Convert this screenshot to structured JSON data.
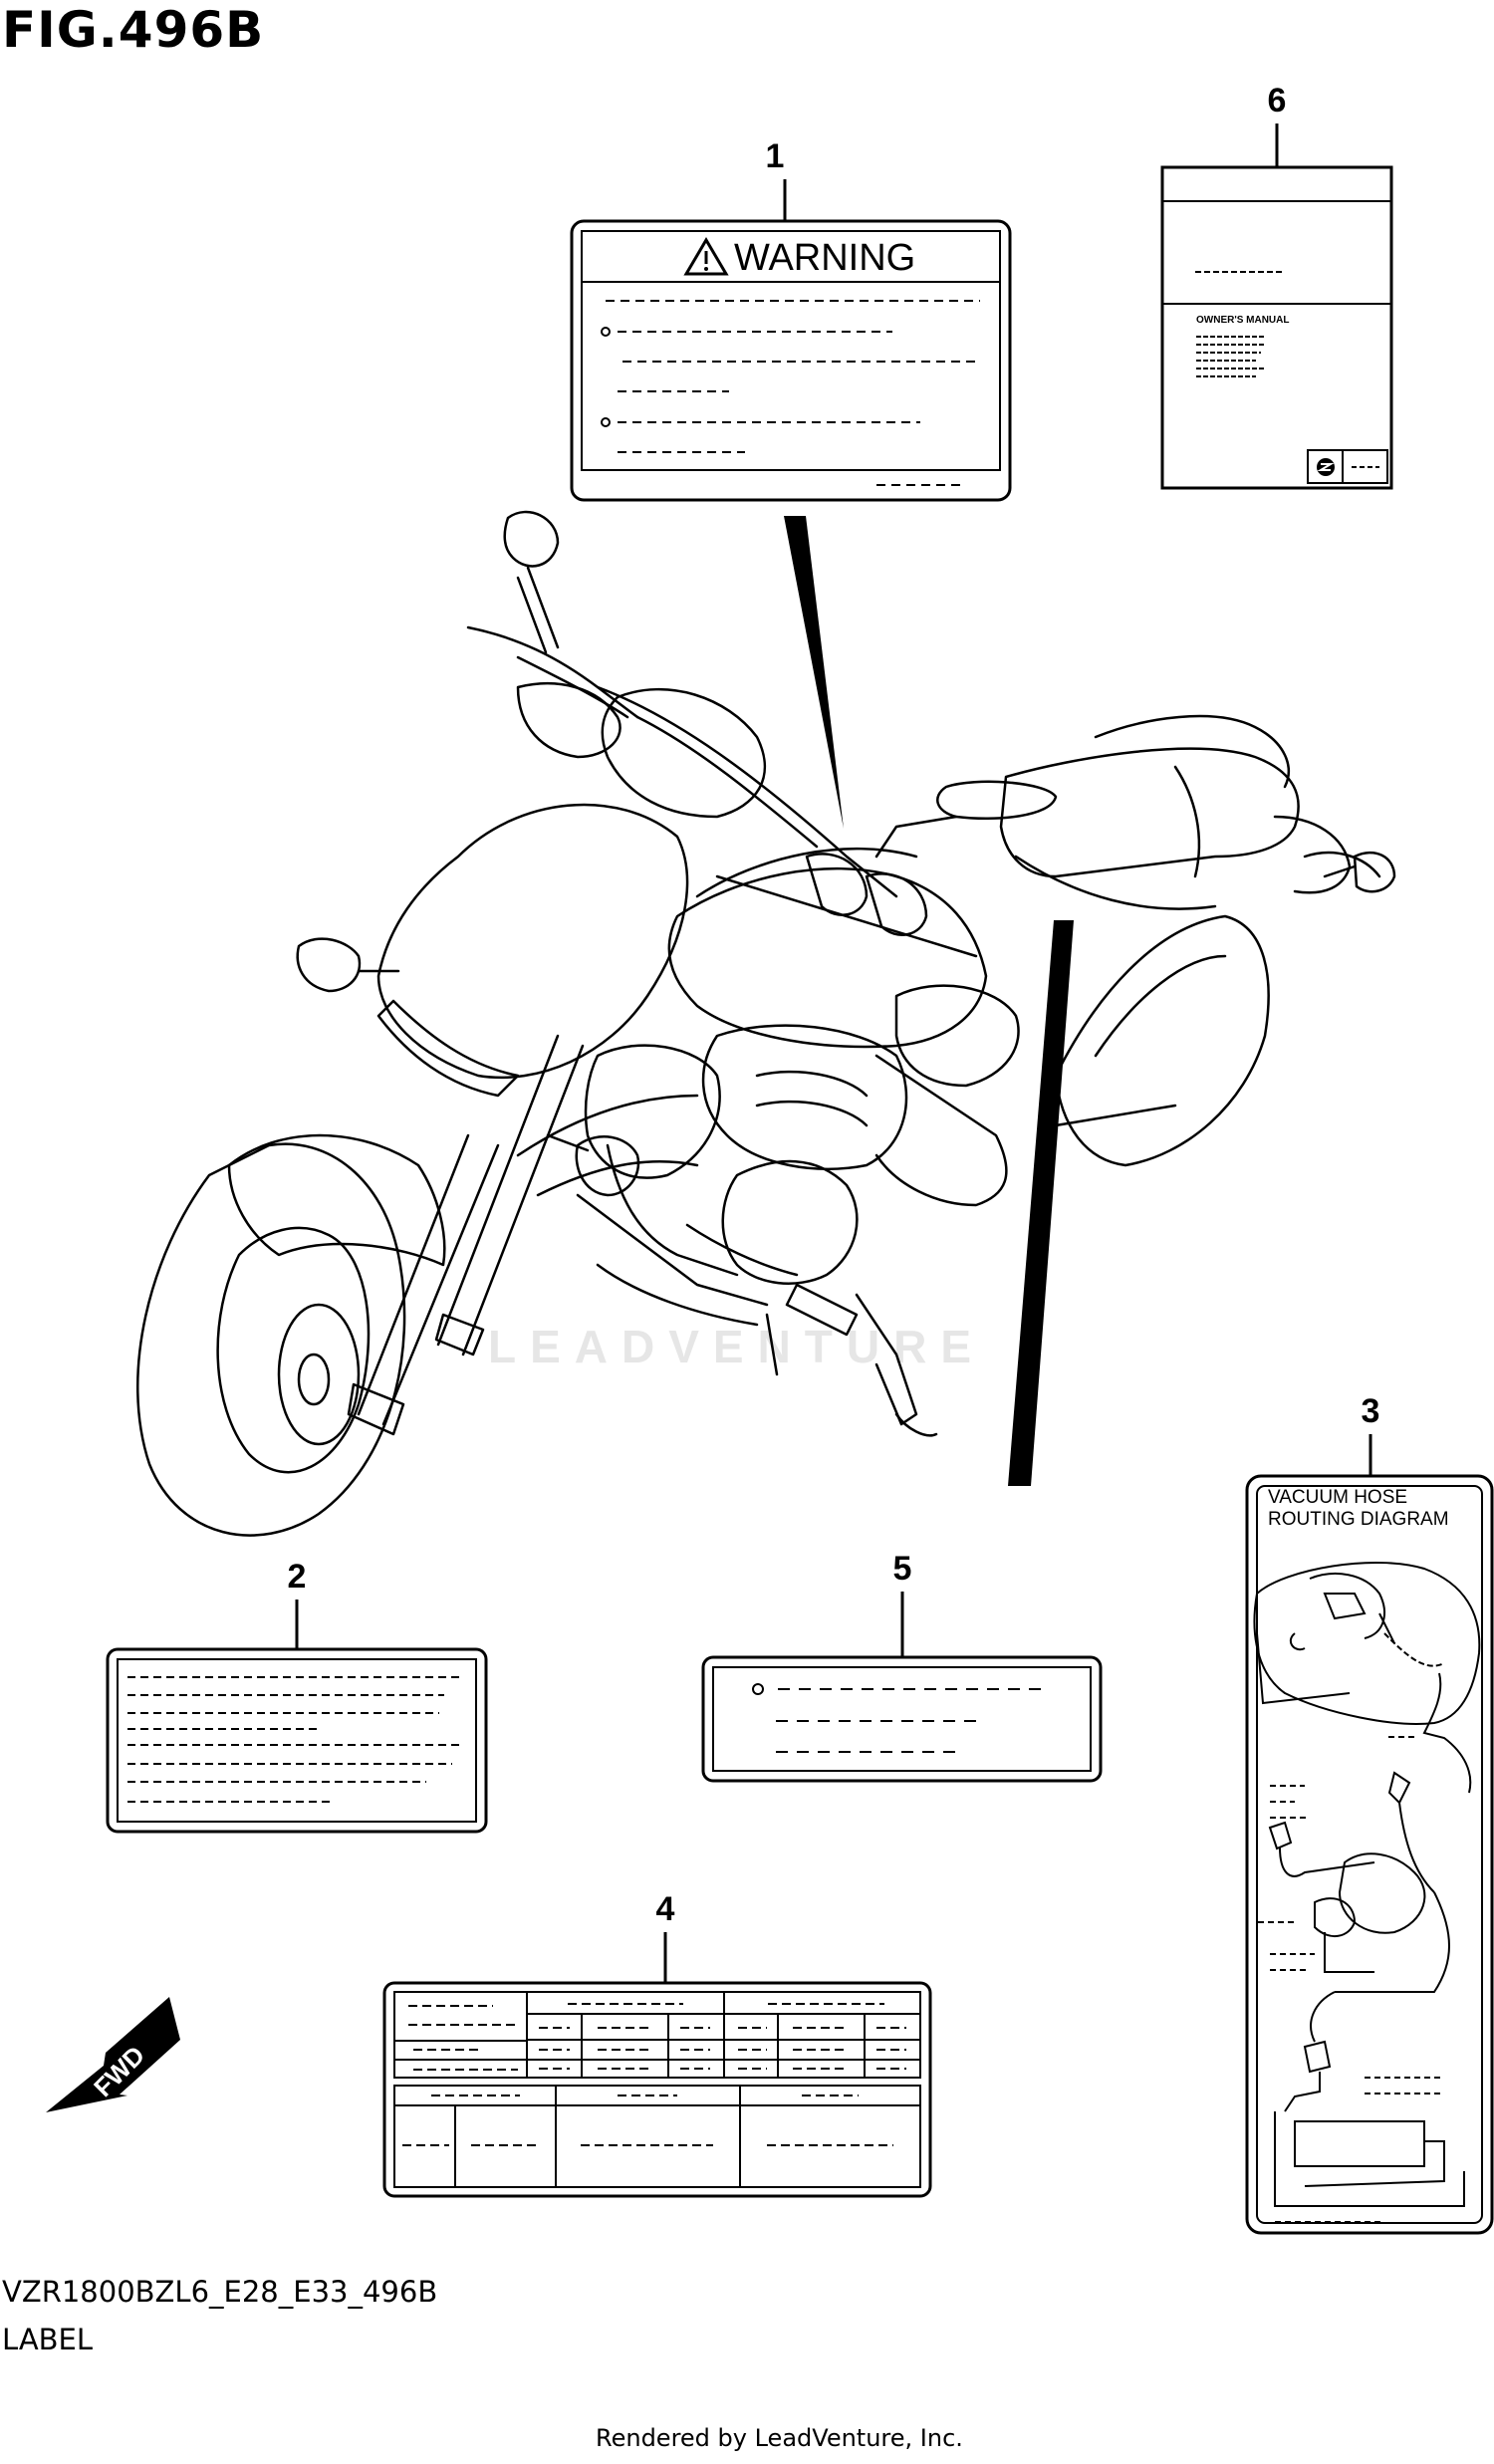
{
  "figure": {
    "title": "FIG.496B",
    "model_code": "VZR1800BZL6_E28_E33_496B",
    "section_name": "LABEL",
    "credit": "Rendered by LeadVenture, Inc.",
    "watermark": "LEADVENTURE"
  },
  "callouts": [
    {
      "number": "1",
      "part": "warning-label"
    },
    {
      "number": "2",
      "part": "info-label"
    },
    {
      "number": "3",
      "part": "vacuum-hose-label"
    },
    {
      "number": "4",
      "part": "tire-info-label"
    },
    {
      "number": "5",
      "part": "caution-label"
    },
    {
      "number": "6",
      "part": "owners-manual"
    }
  ],
  "labels": {
    "warning_heading": "WARNING",
    "vacuum_title_line1": "VACUUM HOSE",
    "vacuum_title_line2": "ROUTING DIAGRAM",
    "manual_title": "OWNER'S MANUAL",
    "fwd": "FWD"
  }
}
